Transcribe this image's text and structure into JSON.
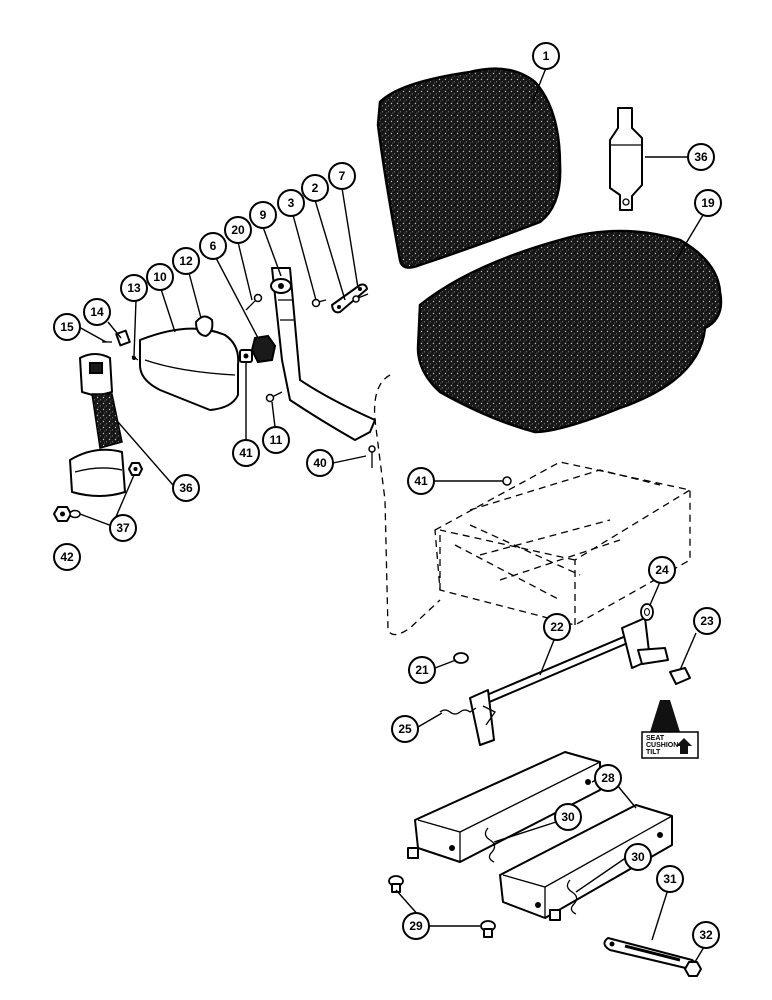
{
  "callouts": [
    {
      "id": "c1",
      "label": "1"
    },
    {
      "id": "c36a",
      "label": "36"
    },
    {
      "id": "c19",
      "label": "19"
    },
    {
      "id": "c7",
      "label": "7"
    },
    {
      "id": "c2",
      "label": "2"
    },
    {
      "id": "c3",
      "label": "3"
    },
    {
      "id": "c9",
      "label": "9"
    },
    {
      "id": "c20",
      "label": "20"
    },
    {
      "id": "c6",
      "label": "6"
    },
    {
      "id": "c12",
      "label": "12"
    },
    {
      "id": "c10",
      "label": "10"
    },
    {
      "id": "c13",
      "label": "13"
    },
    {
      "id": "c14",
      "label": "14"
    },
    {
      "id": "c15",
      "label": "15"
    },
    {
      "id": "c41a",
      "label": "41"
    },
    {
      "id": "c11",
      "label": "11"
    },
    {
      "id": "c36b",
      "label": "36"
    },
    {
      "id": "c37",
      "label": "37"
    },
    {
      "id": "c42",
      "label": "42"
    },
    {
      "id": "c40",
      "label": "40"
    },
    {
      "id": "c41b",
      "label": "41"
    },
    {
      "id": "c24",
      "label": "24"
    },
    {
      "id": "c22",
      "label": "22"
    },
    {
      "id": "c23",
      "label": "23"
    },
    {
      "id": "c21",
      "label": "21"
    },
    {
      "id": "c25",
      "label": "25"
    },
    {
      "id": "c28",
      "label": "28"
    },
    {
      "id": "c30a",
      "label": "30"
    },
    {
      "id": "c30b",
      "label": "30"
    },
    {
      "id": "c31",
      "label": "31"
    },
    {
      "id": "c32",
      "label": "32"
    },
    {
      "id": "c29",
      "label": "29"
    }
  ],
  "sign": {
    "line1": "SEAT",
    "line2": "CUSHION",
    "line3": "TILT"
  },
  "colors": {
    "ink": "#000000",
    "fabric": "#1a1a1a",
    "paper": "#ffffff"
  }
}
